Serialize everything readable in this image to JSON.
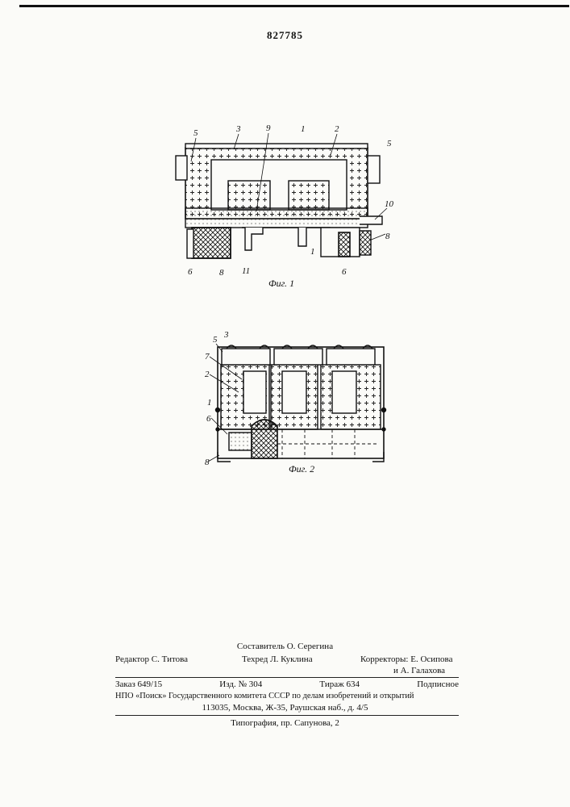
{
  "header": {
    "patent_number": "827785"
  },
  "figure1": {
    "caption": "Фиг. 1",
    "labels": {
      "l5_left": "5",
      "l3": "3",
      "l9": "9",
      "l1_top": "1",
      "l2": "2",
      "l5_right": "5",
      "l10": "10",
      "l8_right": "8",
      "l6_left": "6",
      "l8_bottom": "8",
      "l11": "11",
      "l1_bottom": "1",
      "l6_bottom": "6"
    }
  },
  "figure2": {
    "caption": "Фиг. 2",
    "labels": {
      "l5": "5",
      "l3": "3",
      "l7": "7",
      "l2": "2",
      "l1": "1",
      "l6": "6",
      "l8": "8"
    }
  },
  "footer": {
    "compiler": "Составитель О. Серегина",
    "editor": "Редактор С. Титова",
    "techred": "Техред Л. Куклина",
    "correctors_1": "Корректоры: Е. Осипова",
    "correctors_2": "и А. Галахова",
    "order": "Заказ 649/15",
    "edition": "Изд. № 304",
    "circulation": "Тираж 634",
    "subscription": "Подписное",
    "org_line": "НПО «Поиск» Государственного комитета СССР по делам изобретений и открытий",
    "address": "113035, Москва, Ж-35, Раушская наб., д. 4/5",
    "printing": "Типография, пр. Сапунова, 2"
  }
}
